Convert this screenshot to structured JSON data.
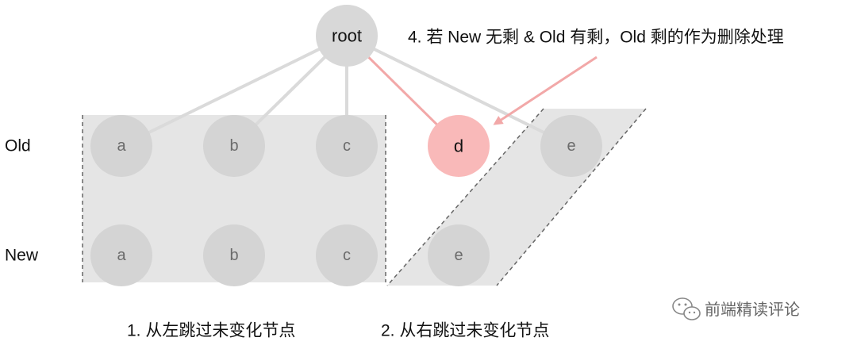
{
  "rows": {
    "old_label": "Old",
    "new_label": "New"
  },
  "root": {
    "label": "root"
  },
  "old_nodes": [
    "a",
    "b",
    "c",
    "d",
    "e"
  ],
  "new_nodes": [
    "a",
    "b",
    "c",
    "e"
  ],
  "annotation": "4. 若 New 无剩 & Old 有剩，Old 剩的作为删除处理",
  "captions": {
    "left": "1. 从左跳过未变化节点",
    "right": "2. 从右跳过未变化节点"
  },
  "watermark": {
    "text": "前端精读评论",
    "icon": "wechat-icon"
  },
  "colors": {
    "region": "#e5e5e5",
    "node": "#d4d4d4",
    "edge": "#dadada",
    "highlight": "#f9b9b9",
    "highlight_edge": "#f2a8a8"
  }
}
